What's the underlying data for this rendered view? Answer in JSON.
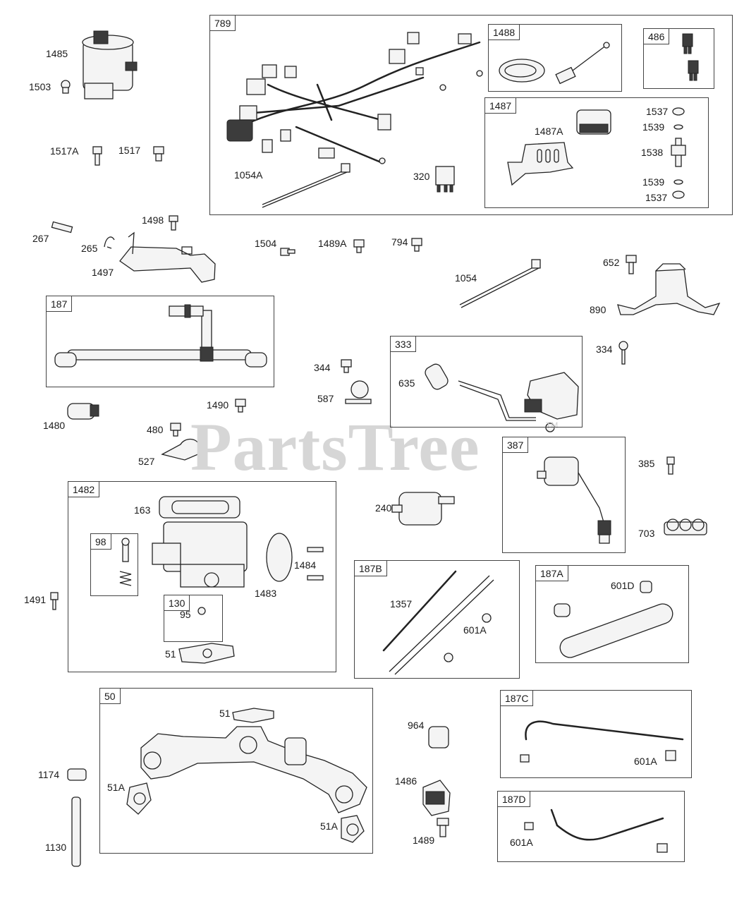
{
  "watermark": {
    "text": "PartsTree",
    "tm": "TM"
  },
  "boxes": {
    "b789": "789",
    "b1488": "1488",
    "b486": "486",
    "b1487": "1487",
    "b187": "187",
    "b333": "333",
    "b387": "387",
    "b1482": "1482",
    "b98": "98",
    "b130": "130",
    "b187B": "187B",
    "b187A": "187A",
    "b50": "50",
    "b187C": "187C",
    "b187D": "187D"
  },
  "labels": {
    "l1485": "1485",
    "l1503": "1503",
    "l1517A": "1517A",
    "l1517": "1517",
    "l1054A": "1054A",
    "l320": "320",
    "l1487A": "1487A",
    "l1537a": "1537",
    "l1539a": "1539",
    "l1538": "1538",
    "l1539b": "1539",
    "l1537b": "1537",
    "l267": "267",
    "l1498": "1498",
    "l265": "265",
    "l1497": "1497",
    "l1504": "1504",
    "l1489A": "1489A",
    "l794": "794",
    "l1054": "1054",
    "l652": "652",
    "l890": "890",
    "l344": "344",
    "l587": "587",
    "l635": "635",
    "l334": "334",
    "l1480": "1480",
    "l1490": "1490",
    "l480": "480",
    "l527": "527",
    "l385": "385",
    "l163": "163",
    "l240": "240",
    "l703": "703",
    "l1484": "1484",
    "l1483": "1483",
    "l1491": "1491",
    "l95": "95",
    "l51a": "51",
    "l1357": "1357",
    "l601A_b": "601A",
    "l601D": "601D",
    "l51b": "51",
    "l964": "964",
    "l1174": "1174",
    "l51Aa": "51A",
    "l51Ab": "51A",
    "l601A_c": "601A",
    "l1486": "1486",
    "l601A_d": "601A",
    "l1489": "1489",
    "l1130": "1130"
  }
}
